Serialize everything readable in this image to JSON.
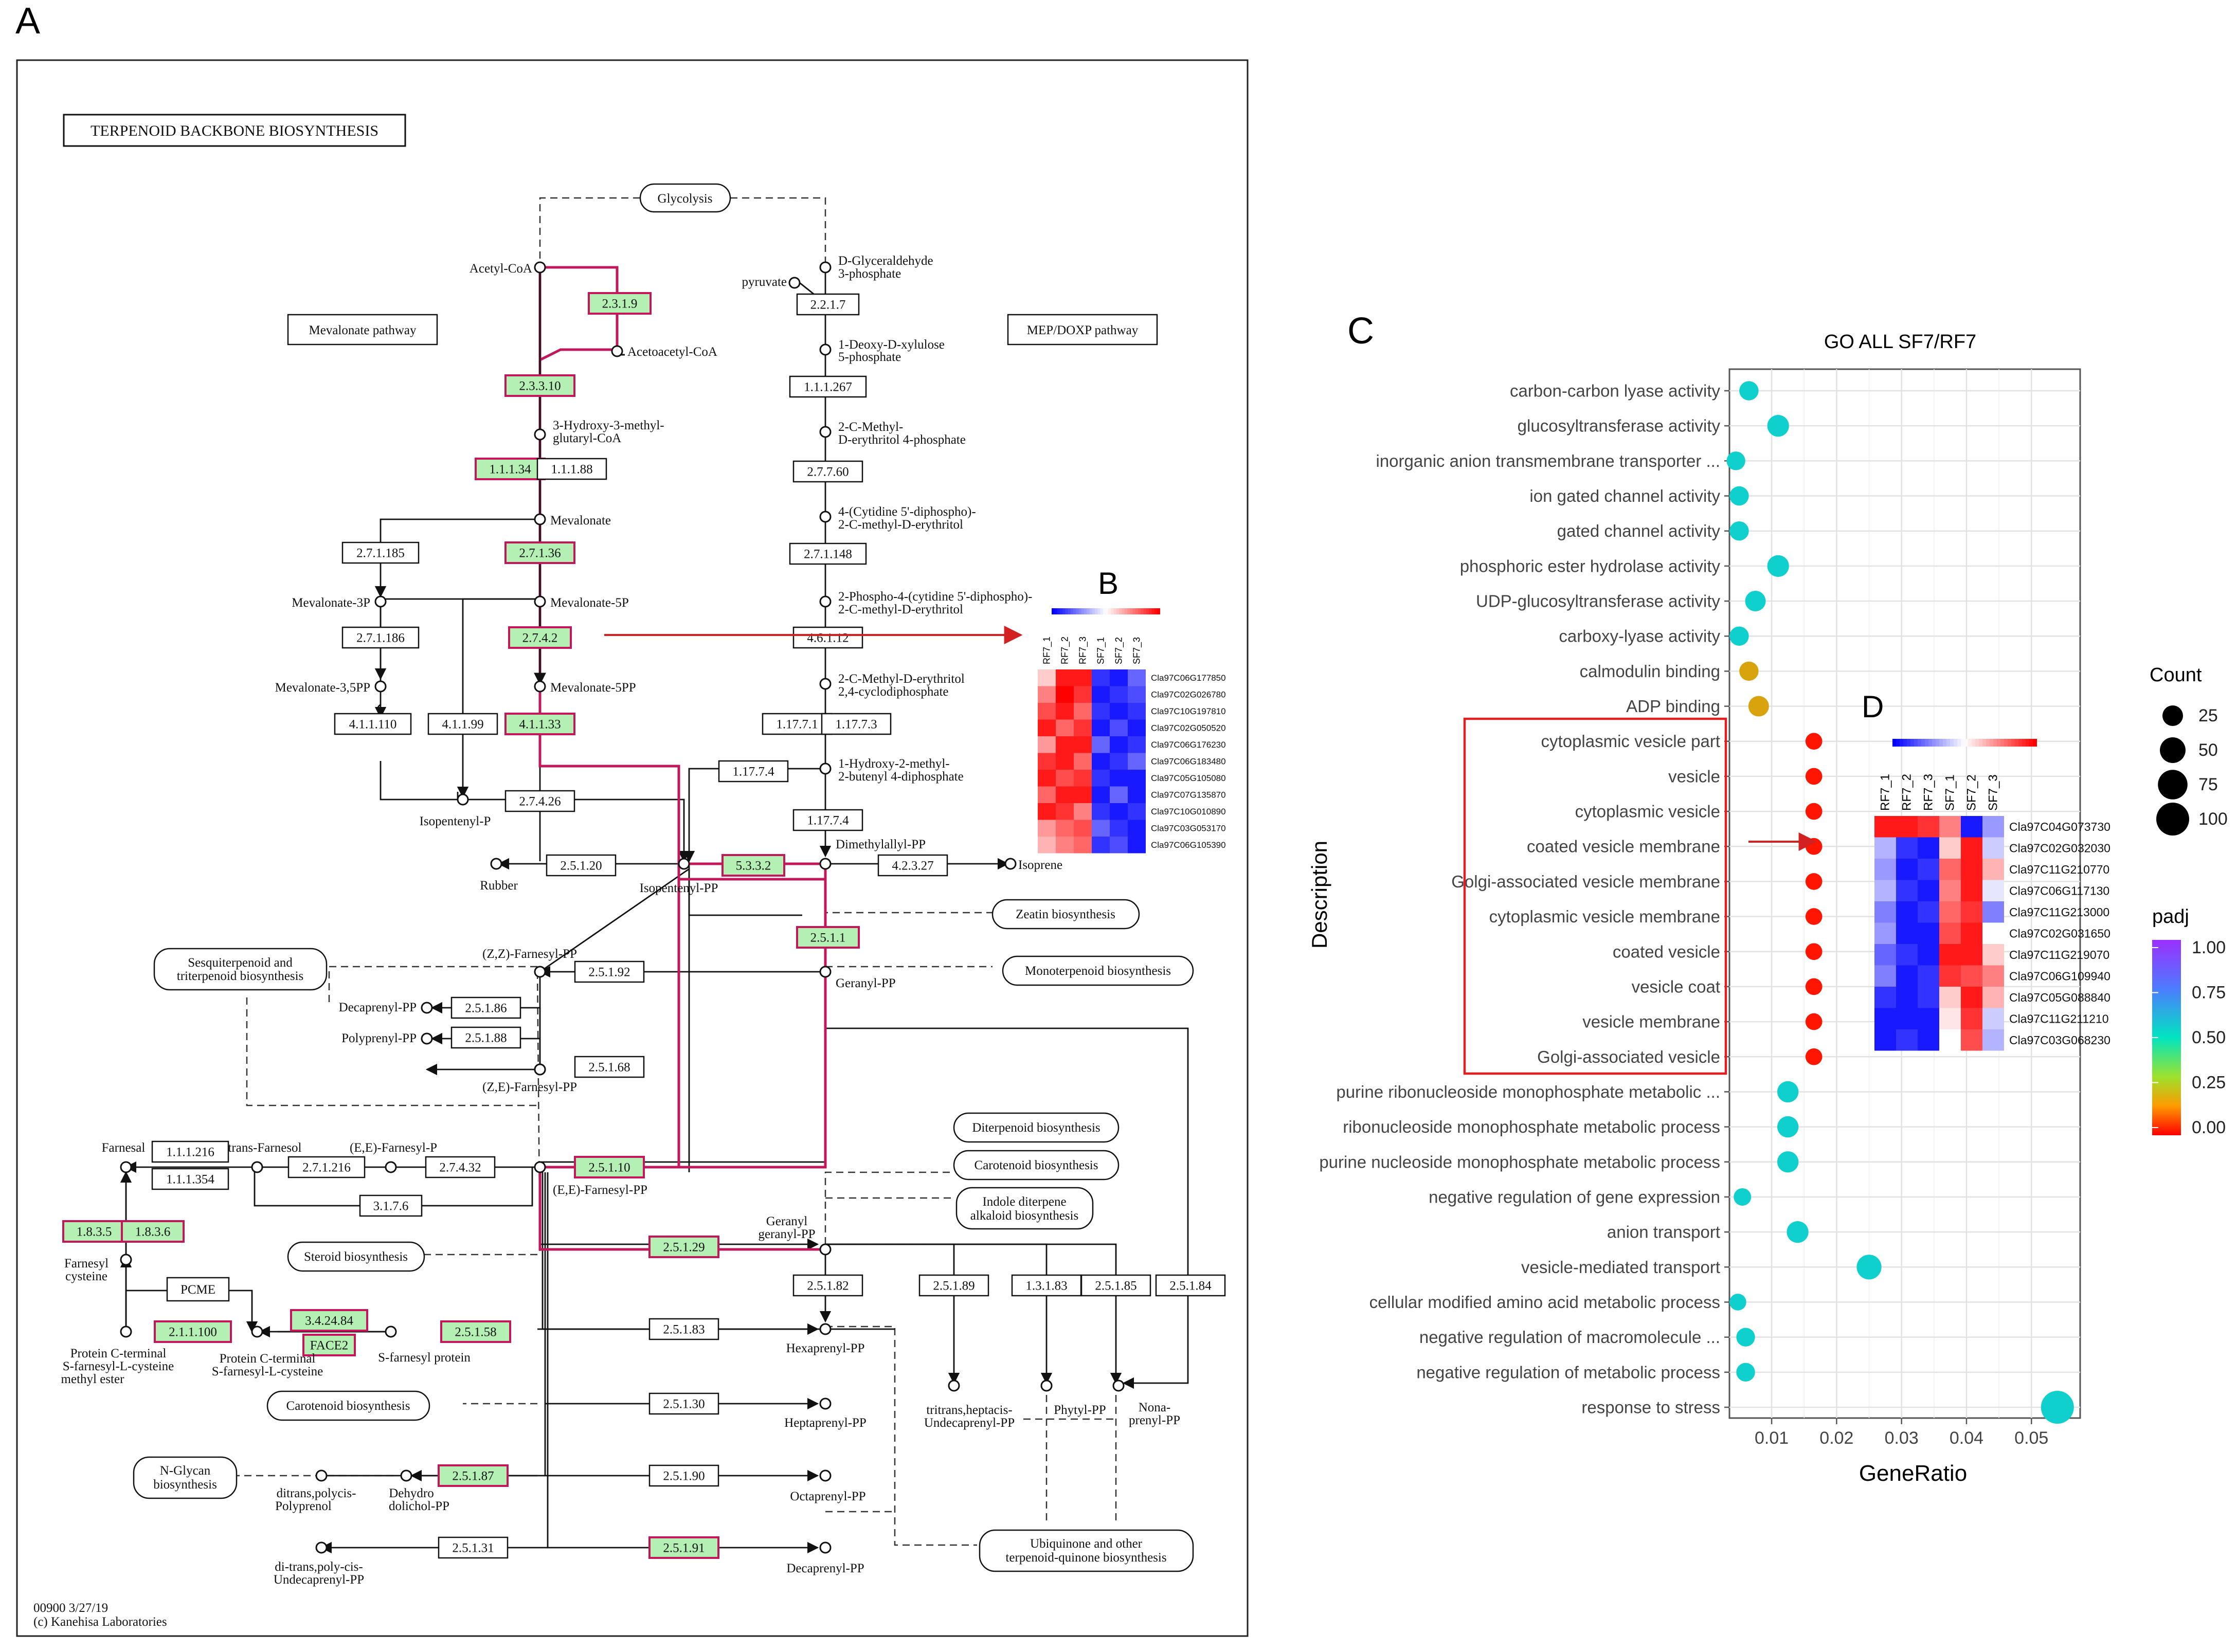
{
  "panels": {
    "a": "A",
    "b": "B",
    "c": "C",
    "d": "D"
  },
  "colors": {
    "highlight": "#c2185b",
    "ec_green": "#b4f0b4",
    "red_arrow": "#d32020",
    "box_red": "#e02020"
  },
  "kegg": {
    "title": "TERPENOID BACKBONE BIOSYNTHESIS",
    "footer_code": "00900 3/27/19",
    "footer_copy": "(c) Kanehisa Laboratories",
    "pathways": {
      "glycolysis": "Glycolysis",
      "mevalonate": "Mevalonate pathway",
      "mep": "MEP/DOXP pathway",
      "sesqui1": "Sesquiterpenoid and",
      "sesqui2": "triterpenoid biosynthesis",
      "zeatin": "Zeatin biosynthesis",
      "monoterp": "Monoterpenoid biosynthesis",
      "diterp": "Diterpenoid biosynthesis",
      "carot1": "Carotenoid biosynthesis",
      "indole1": "Indole diterpene",
      "indole2": "alkaloid biosynthesis",
      "steroid": "Steroid biosynthesis",
      "carot2": "Carotenoid biosynthesis",
      "nglycan1": "N-Glycan",
      "nglycan2": "biosynthesis",
      "ubiq1": "Ubiquinone and other",
      "ubiq2": "terpenoid-quinone biosynthesis",
      "pcme": "PCME"
    },
    "compounds": {
      "acetylcoa": "Acetyl-CoA",
      "acetoacetylcoa": "Acetoacetyl-CoA",
      "hmg1": "3-Hydroxy-3-methyl-",
      "hmg2": "glutaryl-CoA",
      "mevalonate": "Mevalonate",
      "mev3p": "Mevalonate-3P",
      "mev5p": "Mevalonate-5P",
      "mev35pp": "Mevalonate-3,5PP",
      "mev5pp": "Mevalonate-5PP",
      "ipp_p": "Isopentenyl-P",
      "ipp": "Isopentenyl-PP",
      "rubber": "Rubber",
      "dmapp": "Dimethylallyl-PP",
      "isoprene": "Isoprene",
      "pyruvate": "pyruvate",
      "gap1": "D-Glyceraldehyde",
      "gap2": "3-phosphate",
      "dxp1": "1-Deoxy-D-xylulose",
      "dxp2": "5-phosphate",
      "mep1": "2-C-Methyl-",
      "mep2": "D-erythritol 4-phosphate",
      "cdp1": "4-(Cytidine 5'-diphospho)-",
      "cdp2": "2-C-methyl-D-erythritol",
      "cdpp1": "2-Phospho-4-(cytidine 5'-diphospho)-",
      "cdpp2": "2-C-methyl-D-erythritol",
      "mecpp1": "2-C-Methyl-D-erythritol",
      "mecpp2": "2,4-cyclodiphosphate",
      "hmbpp1": "1-Hydroxy-2-methyl-",
      "hmbpp2": "2-butenyl 4-diphosphate",
      "zzfpp": "(Z,Z)-Farnesyl-PP",
      "gpp": "Geranyl-PP",
      "decaprenyl": "Decaprenyl-PP",
      "polyprenyl": "Polyprenyl-PP",
      "zefpp": "(Z,E)-Farnesyl-PP",
      "farnesal": "Farnesal",
      "transfarnesol": "trans-Farnesol",
      "eefp": "(E,E)-Farnesyl-P",
      "eefpp": "(E,E)-Farnesyl-PP",
      "ggpp1": "Geranyl",
      "ggpp2": "geranyl-PP",
      "fcys1": "Farnesyl",
      "fcys2": "cysteine",
      "pct1": "Protein C-terminal",
      "pct2": "S-farnesyl-L-cysteine",
      "pct3": "methyl ester",
      "pcs1": "Protein C-terminal",
      "pcs2": "S-farnesyl-L-cysteine",
      "sfp": "S-farnesyl protein",
      "hexaprenyl": "Hexaprenyl-PP",
      "tritrans1": "tritrans,heptacis-",
      "tritrans2": "Undecaprenyl-PP",
      "phytyl": "Phytyl-PP",
      "nona1": "Nona-",
      "nona2": "prenyl-PP",
      "heptaprenyl": "Heptaprenyl-PP",
      "ditrans1": "ditrans,polycis-",
      "ditrans2": "Polyprenol",
      "dehydro1": "Dehydro",
      "dehydro2": "dolichol-PP",
      "octaprenyl": "Octaprenyl-PP",
      "ditranspoly1": "di-trans,poly-cis-",
      "ditranspoly2": "Undecaprenyl-PP",
      "decaprenyl2": "Decaprenyl-PP"
    },
    "enzymes": {
      "e2319": "2.3.1.9",
      "e23310": "2.3.3.10",
      "e11134": "1.1.1.34",
      "e11188": "1.1.1.88",
      "e27136": "2.7.1.36",
      "e27185": "2.7.1.185",
      "e27186": "2.7.1.186",
      "e27442": "2.7.4.2",
      "e41110": "4.1.1.110",
      "e41199": "4.1.1.99",
      "e41133": "4.1.1.33",
      "e27426": "2.7.4.26",
      "e2217": "2.2.1.7",
      "e111267": "1.1.1.267",
      "e27760": "2.7.7.60",
      "e271148": "2.7.1.148",
      "e46112": "4.6.1.12",
      "e11771": "1.17.7.1",
      "e11773": "1.17.7.3",
      "e11774a": "1.17.7.4",
      "e11774b": "1.17.7.4",
      "e25120": "2.5.1.20",
      "e5332": "5.3.3.2",
      "e42327": "4.2.3.27",
      "e2511": "2.5.1.1",
      "e25192": "2.5.1.92",
      "e25186": "2.5.1.86",
      "e25188": "2.5.1.88",
      "e25168": "2.5.1.68",
      "e111216": "1.1.1.216",
      "e111354": "1.1.1.354",
      "e27216": "2.7.1.216",
      "e27432": "2.7.4.32",
      "e2511x": "2.5.1.10",
      "e3176": "3.1.7.6",
      "e25129": "2.5.1.29",
      "e1835": "1.8.3.5",
      "e1836": "1.8.3.6",
      "e211100": "2.1.1.100",
      "e342484": "3.4.24.84",
      "eface2": "FACE2",
      "e25158": "2.5.1.58",
      "e25182": "2.5.1.82",
      "e25189": "2.5.1.89",
      "e13183": "1.3.1.83",
      "e25185": "2.5.1.85",
      "e25184": "2.5.1.84",
      "e25183": "2.5.1.83",
      "e25130": "2.5.1.30",
      "e25187": "2.5.1.87",
      "e25190": "2.5.1.90",
      "e25131": "2.5.1.31",
      "e25191": "2.5.1.91"
    }
  },
  "heatmap_b": {
    "columns": [
      "RF7_1",
      "RF7_2",
      "RF7_3",
      "SF7_1",
      "SF7_2",
      "SF7_3"
    ],
    "rows": [
      "Cla97C06G177850",
      "Cla97C02G026780",
      "Cla97C10G197810",
      "Cla97C02G050520",
      "Cla97C06G176230",
      "Cla97C06G183480",
      "Cla97C05G105080",
      "Cla97C07G135870",
      "Cla97C10G010890",
      "Cla97C03G053170",
      "Cla97C06G105390"
    ],
    "values": [
      [
        0.2,
        0.9,
        0.9,
        -0.8,
        -0.9,
        -0.6
      ],
      [
        0.5,
        1.0,
        0.8,
        -0.9,
        -0.8,
        -0.7
      ],
      [
        0.7,
        0.9,
        0.6,
        -0.8,
        -0.9,
        -0.8
      ],
      [
        0.9,
        0.6,
        0.8,
        -0.9,
        -0.7,
        -0.9
      ],
      [
        0.4,
        0.9,
        0.9,
        -0.6,
        -0.9,
        -0.8
      ],
      [
        0.8,
        0.9,
        0.6,
        -0.9,
        -0.8,
        -0.6
      ],
      [
        0.9,
        0.7,
        0.8,
        -0.8,
        -0.9,
        -0.9
      ],
      [
        0.6,
        0.9,
        0.9,
        -0.9,
        -0.6,
        -0.9
      ],
      [
        0.9,
        0.8,
        0.5,
        -0.8,
        -0.9,
        -0.8
      ],
      [
        0.4,
        0.6,
        0.7,
        -0.6,
        -0.8,
        -0.9
      ],
      [
        0.3,
        0.5,
        0.6,
        -0.8,
        -0.7,
        -0.9
      ]
    ]
  },
  "heatmap_d": {
    "columns": [
      "RF7_1",
      "RF7_2",
      "RF7_3",
      "SF7_1",
      "SF7_2",
      "SF7_3"
    ],
    "rows": [
      "Cla97C04G073730",
      "Cla97C02G032030",
      "Cla97C11G210770",
      "Cla97C06G117130",
      "Cla97C11G213000",
      "Cla97C02G031650",
      "Cla97C11G219070",
      "Cla97C06G109940",
      "Cla97C05G088840",
      "Cla97C11G211210",
      "Cla97C03G068230"
    ],
    "values": [
      [
        0.9,
        0.9,
        0.8,
        0.5,
        -0.9,
        -0.4
      ],
      [
        -0.3,
        -0.8,
        -0.9,
        0.2,
        0.9,
        -0.2
      ],
      [
        -0.4,
        -0.9,
        -0.8,
        0.6,
        0.9,
        0.3
      ],
      [
        -0.3,
        -0.8,
        -0.9,
        0.5,
        0.9,
        -0.1
      ],
      [
        -0.5,
        -0.9,
        -0.8,
        0.6,
        0.8,
        -0.5
      ],
      [
        -0.4,
        -0.9,
        -0.9,
        0.7,
        0.9,
        0.0
      ],
      [
        -0.6,
        -0.8,
        -0.9,
        0.9,
        0.9,
        0.2
      ],
      [
        -0.5,
        -0.9,
        -0.8,
        0.8,
        0.7,
        0.5
      ],
      [
        -0.8,
        -0.9,
        -0.8,
        0.2,
        0.9,
        0.3
      ],
      [
        -0.9,
        -0.9,
        -0.9,
        0.1,
        0.8,
        -0.2
      ],
      [
        -0.9,
        -0.8,
        -0.9,
        0.0,
        0.7,
        -0.3
      ]
    ]
  },
  "chart_data": {
    "type": "scatter",
    "title": "GO ALL SF7/RF7",
    "xlabel": "GeneRatio",
    "ylabel": "Description",
    "xlim": [
      0.0035,
      0.0575
    ],
    "xticks": [
      0.01,
      0.02,
      0.03,
      0.04,
      0.05
    ],
    "xtick_labels": [
      "0.01",
      "0.02",
      "0.03",
      "0.04",
      "0.05"
    ],
    "grid": true,
    "categories": [
      "carbon-carbon lyase activity",
      "glucosyltransferase activity",
      "inorganic anion transmembrane transporter ...",
      "ion gated channel activity",
      "gated channel activity",
      "phosphoric ester hydrolase activity",
      "UDP-glucosyltransferase activity",
      "carboxy-lyase activity",
      "calmodulin binding",
      "ADP binding",
      "cytoplasmic vesicle part",
      "vesicle",
      "cytoplasmic vesicle",
      "coated vesicle membrane",
      "Golgi-associated vesicle membrane",
      "cytoplasmic vesicle membrane",
      "coated vesicle",
      "vesicle coat",
      "vesicle membrane",
      "Golgi-associated vesicle",
      "purine ribonucleoside monophosphate metabolic ...",
      "ribonucleoside monophosphate metabolic process",
      "purine nucleoside monophosphate metabolic process",
      "negative regulation of gene expression",
      "anion transport",
      "vesicle-mediated transport",
      "cellular modified amino acid metabolic process",
      "negative regulation of macromolecule ...",
      "negative regulation of metabolic process",
      "response to stress"
    ],
    "x": [
      0.0065,
      0.011,
      0.0045,
      0.005,
      0.005,
      0.011,
      0.0075,
      0.005,
      0.0065,
      0.008,
      0.0165,
      0.0165,
      0.0165,
      0.0165,
      0.0165,
      0.0165,
      0.0165,
      0.0165,
      0.0165,
      0.0165,
      0.0125,
      0.0125,
      0.0125,
      0.0055,
      0.014,
      0.025,
      0.0048,
      0.006,
      0.006,
      0.054
    ],
    "count": [
      20,
      30,
      18,
      20,
      20,
      30,
      25,
      20,
      20,
      25,
      12,
      12,
      12,
      12,
      12,
      12,
      12,
      12,
      12,
      12,
      28,
      28,
      28,
      14,
      30,
      45,
      12,
      18,
      18,
      100
    ],
    "padj": [
      0.55,
      0.55,
      0.55,
      0.55,
      0.55,
      0.55,
      0.55,
      0.55,
      0.2,
      0.2,
      0.02,
      0.02,
      0.02,
      0.02,
      0.02,
      0.02,
      0.02,
      0.02,
      0.02,
      0.02,
      0.55,
      0.55,
      0.55,
      0.55,
      0.55,
      0.55,
      0.55,
      0.55,
      0.55,
      0.55
    ],
    "size_legend": {
      "title": "Count",
      "values": [
        25,
        50,
        75,
        100
      ],
      "labels": [
        "25",
        "50",
        "75",
        "100"
      ]
    },
    "color_legend": {
      "title": "padj",
      "ticks": [
        1.0,
        0.75,
        0.5,
        0.25,
        0.0
      ],
      "labels": [
        "1.00",
        "0.75",
        "0.50",
        "0.25",
        "0.00"
      ]
    }
  }
}
